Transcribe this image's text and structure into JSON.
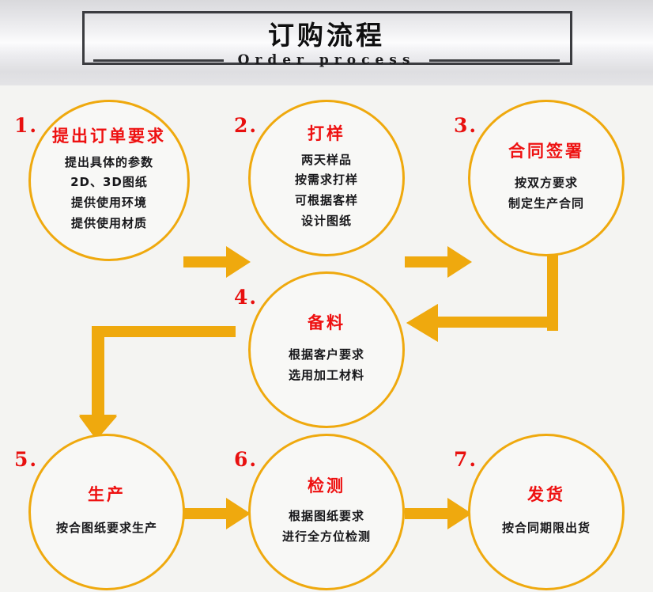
{
  "header": {
    "title": "订购流程",
    "subtitle": "Order process"
  },
  "colors": {
    "accent": "#efa90e",
    "title_red": "#ee1111",
    "number_red": "#e8100f",
    "body_text": "#17171a",
    "canvas_bg": "#f4f4f2",
    "frame_border": "#3b3c40"
  },
  "steps": [
    {
      "number": "1.",
      "title": "提出订单要求",
      "lines": [
        "提出具体的参数",
        "2D、3D图纸",
        "提供使用环境",
        "提供使用材质"
      ]
    },
    {
      "number": "2.",
      "title": "打样",
      "lines": [
        "两天样品",
        "按需求打样",
        "可根据客样",
        "设计图纸"
      ]
    },
    {
      "number": "3.",
      "title": "合同签署",
      "lines": [
        "按双方要求",
        "制定生产合同"
      ]
    },
    {
      "number": "4.",
      "title": "备料",
      "lines": [
        "根据客户要求",
        "选用加工材料"
      ]
    },
    {
      "number": "5.",
      "title": "生产",
      "lines": [
        "按合图纸要求生产"
      ]
    },
    {
      "number": "6.",
      "title": "检测",
      "lines": [
        "根据图纸要求",
        "进行全方位检测"
      ]
    },
    {
      "number": "7.",
      "title": "发货",
      "lines": [
        "按合同期限出货"
      ]
    }
  ],
  "connectors": [
    {
      "name": "arrow-step1-to-step2",
      "direction": "right"
    },
    {
      "name": "arrow-step2-to-step3",
      "direction": "right"
    },
    {
      "name": "arrow-step3-to-step4",
      "direction": "down-then-left"
    },
    {
      "name": "arrow-step4-to-step5",
      "direction": "left-then-down"
    },
    {
      "name": "arrow-step5-to-step6",
      "direction": "right"
    },
    {
      "name": "arrow-step6-to-step7",
      "direction": "right"
    }
  ]
}
